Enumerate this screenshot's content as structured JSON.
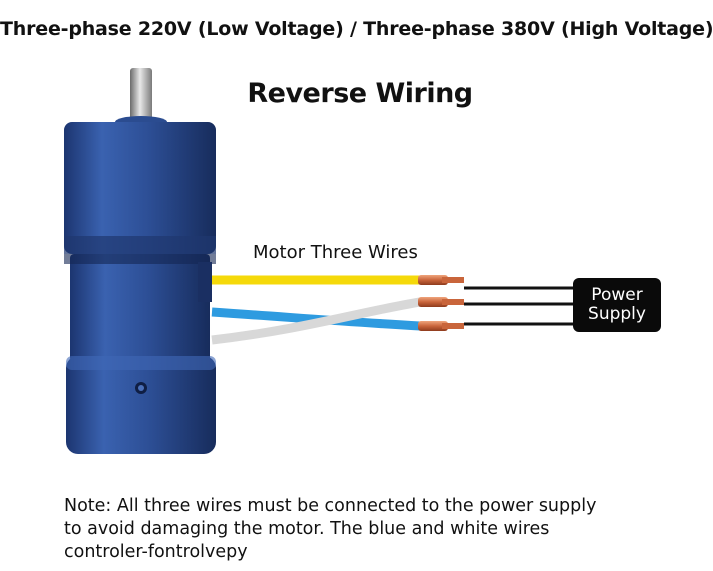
{
  "header": {
    "title": "Three-phase 220V (Low Voltage) / Three-phase 380V (High Voltage)"
  },
  "diagram": {
    "title": "Reverse Wiring",
    "wires_label": "Motor Three Wires",
    "power_supply": {
      "line1": "Power",
      "line2": "Supply"
    },
    "wire_colors": {
      "yellow": "#f5d90a",
      "white": "#d8d8d8",
      "blue": "#2e9be0",
      "black": "#111111"
    },
    "motor_color": "#2d4f96"
  },
  "note": {
    "line1": "Note: All three wires must be connected to the power supply",
    "line2": "to avoid damaging the motor. The blue and white wires",
    "line3": "controler-fontrolvepy"
  }
}
